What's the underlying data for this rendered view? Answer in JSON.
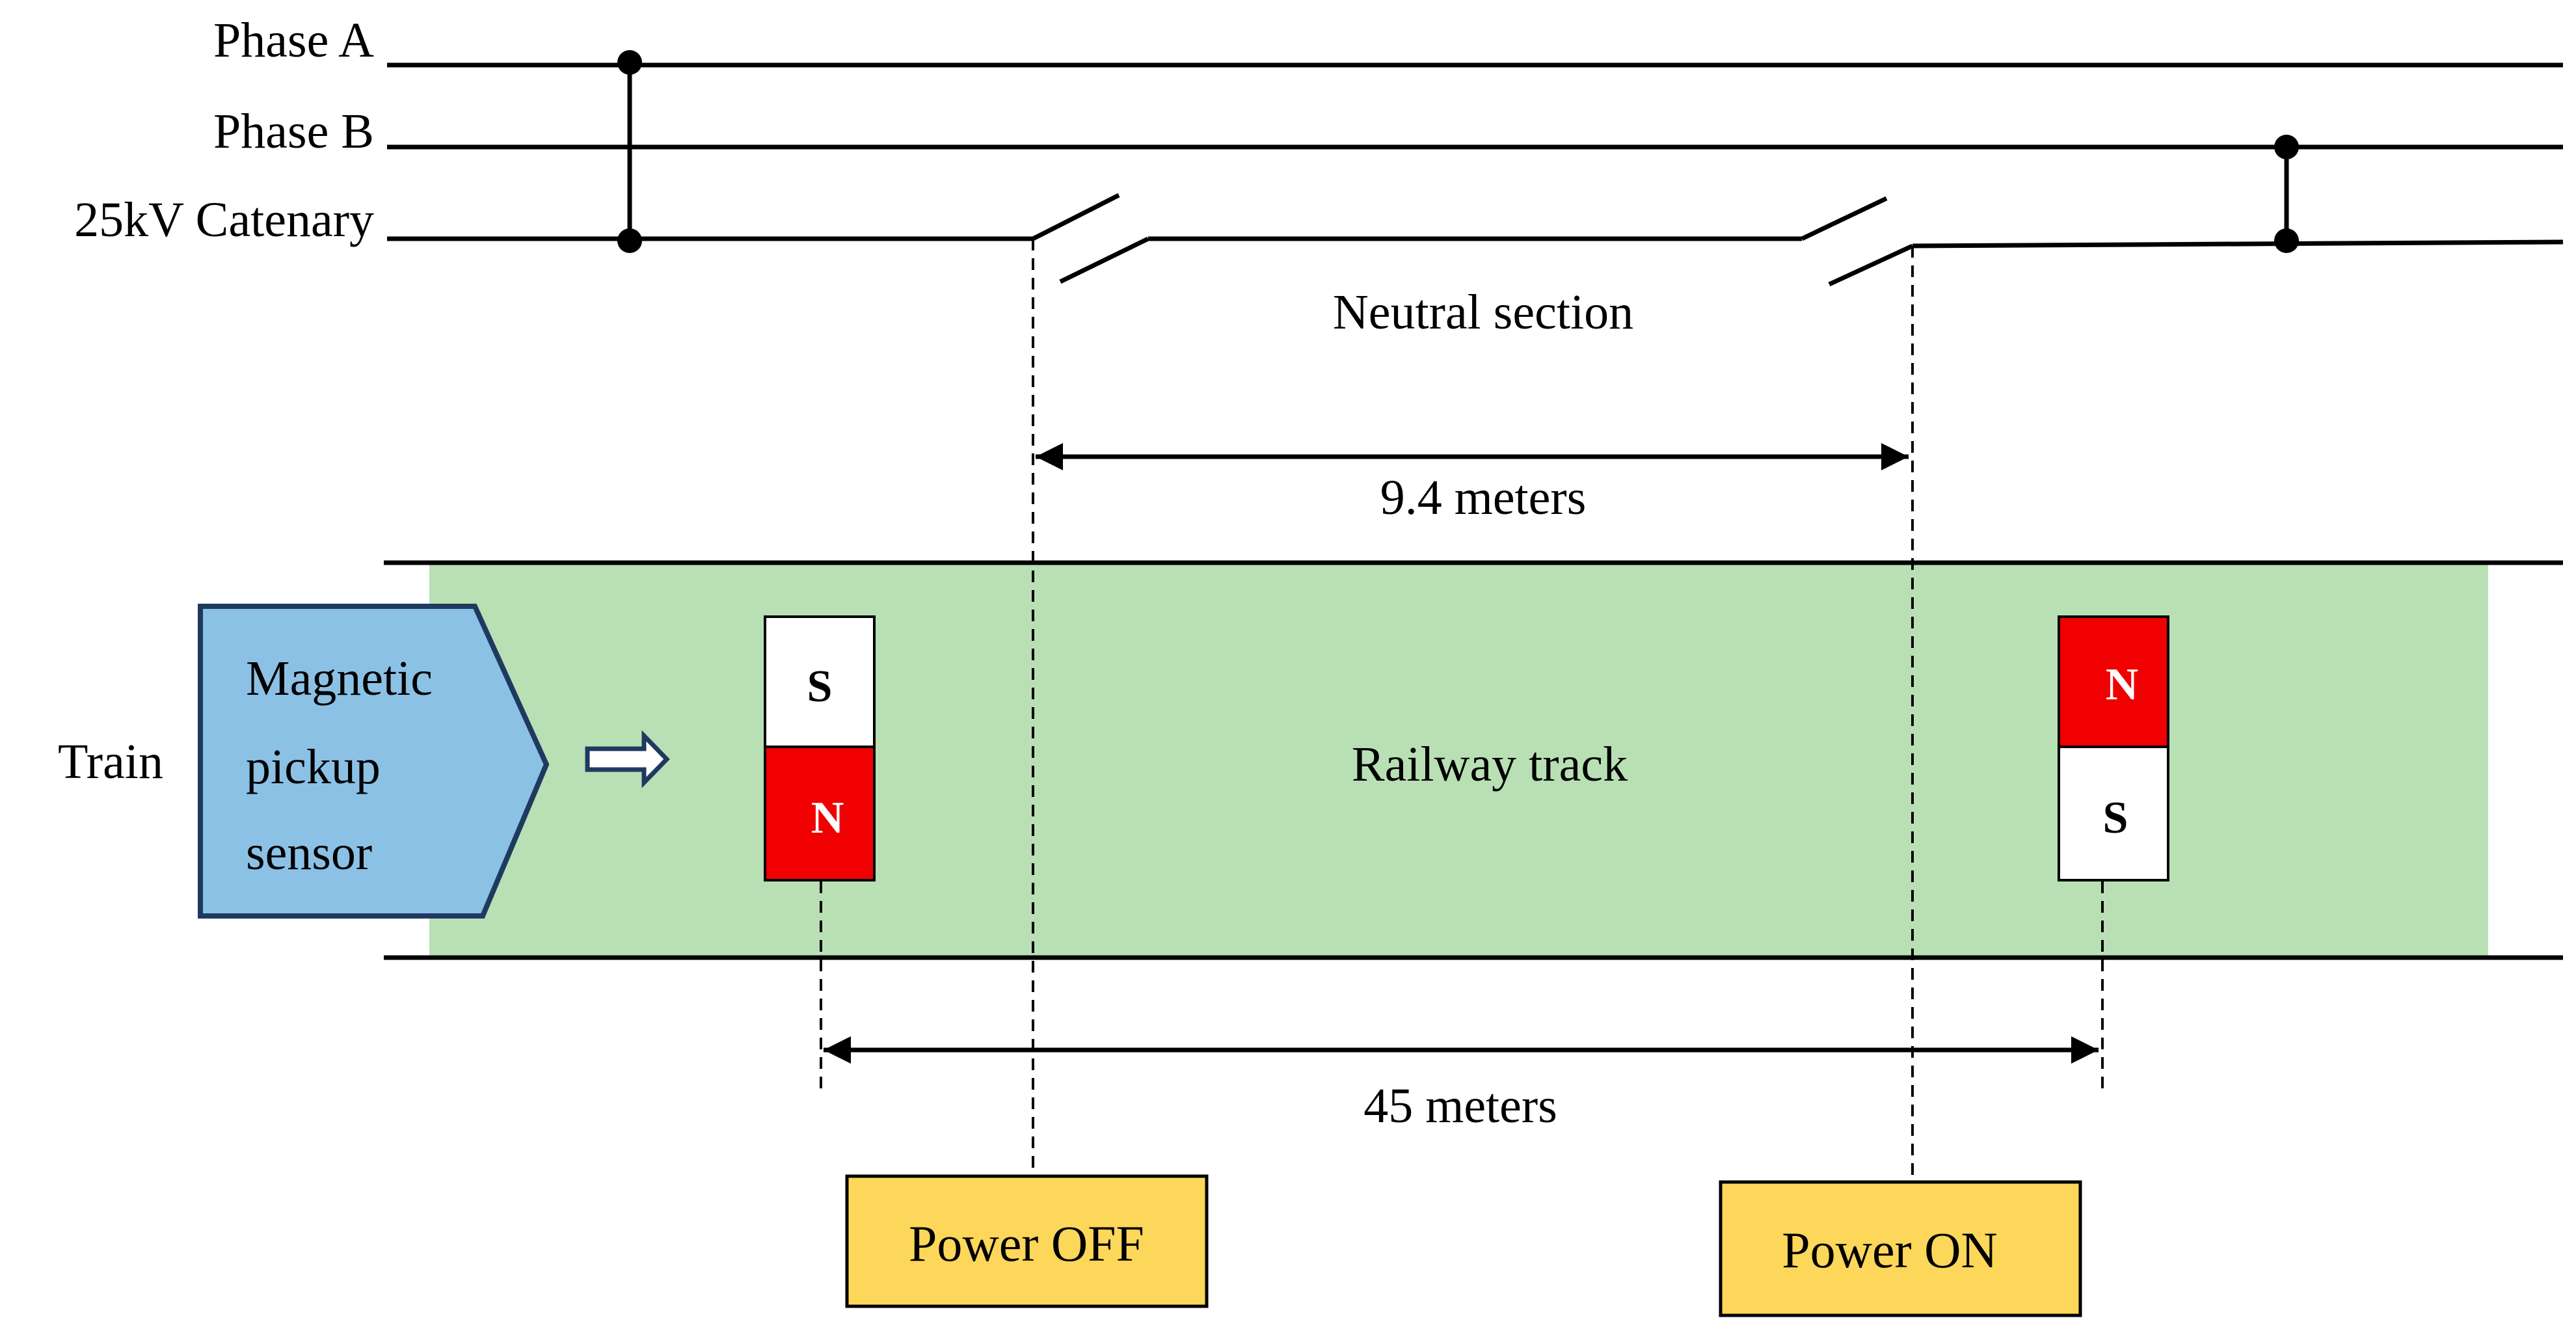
{
  "lines": {
    "phase_a": "Phase A",
    "phase_b": "Phase B",
    "catenary": "25kV Catenary"
  },
  "neutral_section": "Neutral section",
  "dimension_neutral": "9.4 meters",
  "dimension_magnets": "45 meters",
  "track_label": "Railway track",
  "train": {
    "label": "Train",
    "sensor_line1": "Magnetic",
    "sensor_line2": "pickup",
    "sensor_line3": "sensor"
  },
  "magnet_left": {
    "top": "S",
    "bottom": "N"
  },
  "magnet_right": {
    "top": "N",
    "bottom": "S"
  },
  "power_off": "Power OFF",
  "power_on": "Power ON",
  "colors": {
    "track": "#b9e0b4",
    "sensor_fill": "#8cc1e6",
    "sensor_stroke": "#1f3a5f",
    "magnet_red": "#f00000",
    "power_box": "#fdd75a"
  }
}
